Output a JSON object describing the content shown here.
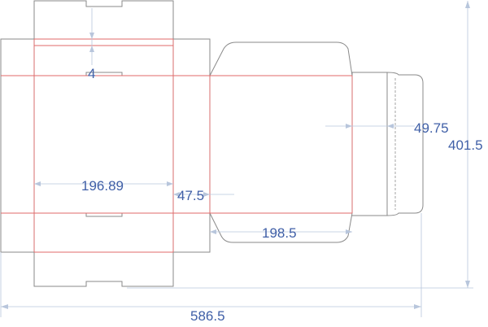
{
  "dimensions": {
    "tab_width": "4",
    "panel_width": "196.89",
    "glue_flap_width": "47.5",
    "top_panel_depth": "49.75",
    "overall_height": "401.5",
    "lid_panel_width": "198.5",
    "overall_width": "586.5"
  },
  "colors": {
    "cut_line": "#8a8a8a",
    "fold_line": "#e06a6a",
    "dimension_line": "#b8c6dc",
    "dimension_text": "#3f5fa7"
  }
}
